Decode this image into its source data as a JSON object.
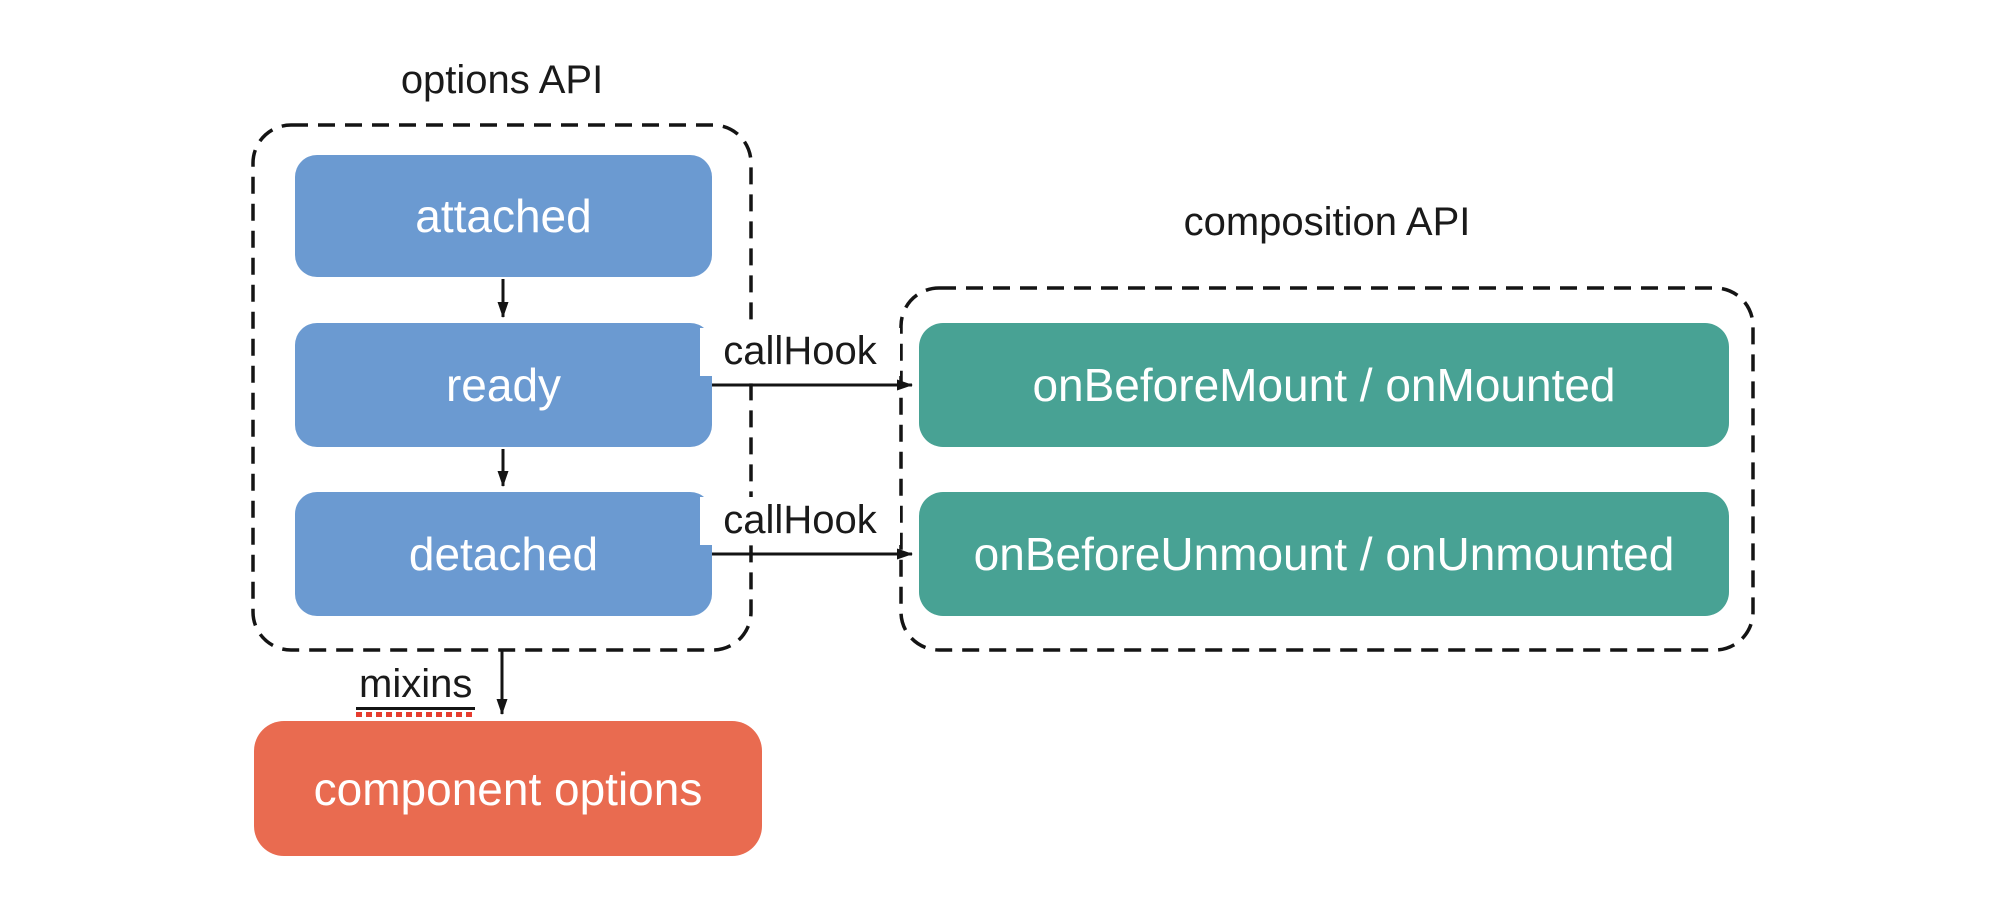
{
  "colors": {
    "background": "#ffffff",
    "lifecycle_box": "#6b9ad1",
    "hook_box": "#48a294",
    "options_box": "#e96b50",
    "outline": "#141414",
    "box_text": "#ffffff",
    "label_text": "#1a1a1a",
    "mixins_dots": "#e63c2f"
  },
  "groups": {
    "options_api": {
      "title": "options API"
    },
    "composition_api": {
      "title": "composition API"
    }
  },
  "nodes": {
    "attached": {
      "label": "attached"
    },
    "ready": {
      "label": "ready"
    },
    "detached": {
      "label": "detached"
    },
    "on_mount": {
      "label": "onBeforeMount / onMounted"
    },
    "on_unmount": {
      "label": "onBeforeUnmount / onUnmounted"
    },
    "component_options": {
      "label": "component options"
    }
  },
  "edges": {
    "ready_callhook": {
      "label": "callHook"
    },
    "detached_callhook": {
      "label": "callHook"
    },
    "mixins": {
      "label": "mixins"
    }
  }
}
